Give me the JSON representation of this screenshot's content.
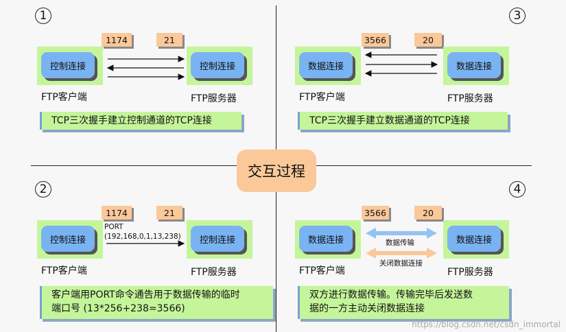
{
  "center_title": "交互过程",
  "watermark": "https://blog.csdn.net/csdn_immortal",
  "panels": {
    "p1": {
      "number": "1",
      "client_port": "1174",
      "server_port": "21",
      "client_node": "控制连接",
      "server_node": "控制连接",
      "client_label": "FTP客户端",
      "server_label": "FTP服务器",
      "note": "TCP三次握手建立控制通道的TCP连接"
    },
    "p2": {
      "number": "2",
      "client_port": "1174",
      "server_port": "21",
      "client_node": "控制连接",
      "server_node": "控制连接",
      "client_label": "FTP客户端",
      "server_label": "FTP服务器",
      "cmd_line1": "PORT",
      "cmd_line2": "(192,168,0,1,13,238)",
      "note_line1": "客户端用PORT命令通告用于数据传输的临时",
      "note_line2": "端口号 (13*256+238=3566)"
    },
    "p3": {
      "number": "3",
      "client_port": "3566",
      "server_port": "20",
      "client_node": "数据连接",
      "server_node": "数据连接",
      "client_label": "FTP客户端",
      "server_label": "FTP服务器",
      "note": "TCP三次握手建立数据通道的TCP连接"
    },
    "p4": {
      "number": "4",
      "client_port": "3566",
      "server_port": "20",
      "client_node": "数据连接",
      "server_node": "数据连接",
      "client_label": "FTP客户端",
      "server_label": "FTP服务器",
      "arrow1_label": "数据传输",
      "arrow2_label": "关闭数据连接",
      "note_line1": "双方进行数据传输。传输完毕后发送数",
      "note_line2": "据的一方主动关闭数据连接"
    }
  }
}
